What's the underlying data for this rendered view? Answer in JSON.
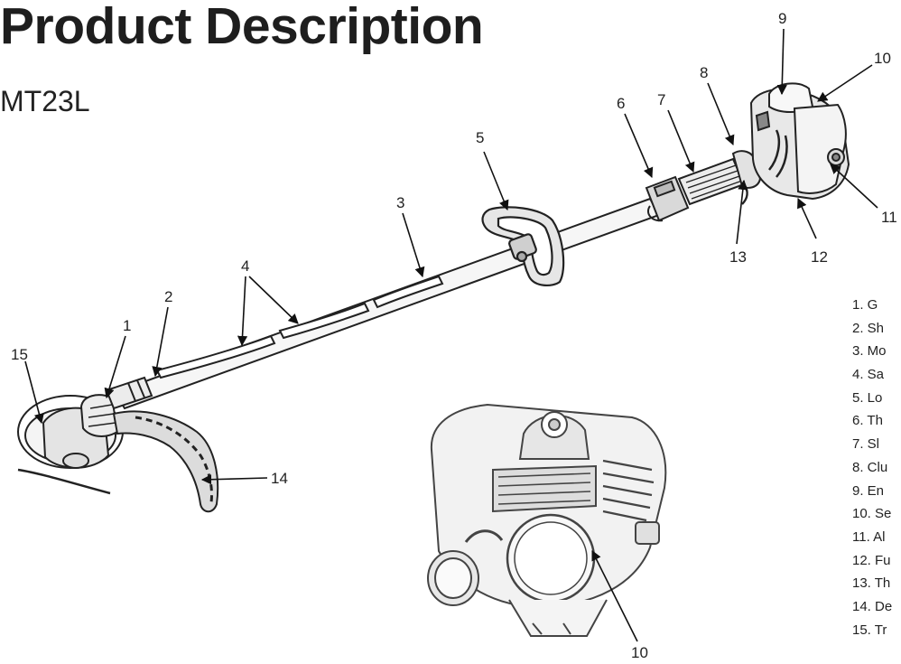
{
  "header": {
    "title": "Product Description",
    "model": "MT23L"
  },
  "callouts": [
    "1",
    "2",
    "3",
    "4",
    "5",
    "6",
    "7",
    "8",
    "9",
    "10",
    "11",
    "12",
    "13",
    "14",
    "15"
  ],
  "engine_callout": "10",
  "parts_list": [
    "1.  G",
    "2. Sh",
    "3. Mo",
    "4. Sa",
    "5. Lo",
    "6. Th",
    "7.  Sl",
    "8. Clu",
    "9. En",
    "10. Se",
    "11.  Al",
    "12. Fu",
    "13. Th",
    "14. De",
    "15. Tr"
  ]
}
